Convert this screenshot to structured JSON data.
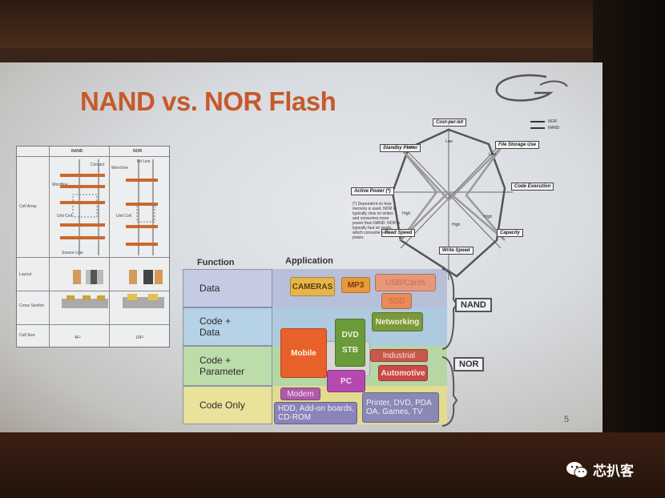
{
  "slide": {
    "title": "NAND vs. NOR Flash",
    "page_number": "5"
  },
  "comparison_table": {
    "columns": [
      "NAND",
      "NOR"
    ],
    "rows": [
      "Cell Array",
      "Layout",
      "Cross Section",
      "Cell Size"
    ],
    "cell_labels": {
      "nand_unit_cell": "Unit Cell",
      "nor_unit_cell": "Unit Cell",
      "wordline": "Wordline",
      "source_line": "Source Line",
      "contact": "Contact",
      "word_line": "Word line",
      "bit_line": "Bit Line",
      "nand_cell_size": "4F²",
      "nor_cell_size": "10F²"
    }
  },
  "radar": {
    "axes": [
      "Cost-per-bit",
      "File Storage Use",
      "Code Execution",
      "Capacity",
      "Write Speed",
      "Read Speed",
      "Active Power (*)",
      "Standby Power"
    ],
    "legend": [
      "NOR",
      "NAND"
    ],
    "footnote": "(*) Dependent on how memory is used. NOR is typically slow on writes and consumes more power than NAND. NOR is typically fast on reads, which consume less power.",
    "tick_low": "Low",
    "tick_high": "High",
    "colors": {
      "nor": "#555555",
      "nand": "#999999"
    }
  },
  "matrix": {
    "header_function": "Function",
    "header_application": "Application",
    "bands": [
      "Data",
      "Code +\nData",
      "Code +\nParameter",
      "Code Only"
    ],
    "groups": [
      "NAND",
      "NOR"
    ],
    "apps": {
      "cameras": "CAMERAS",
      "mp3": "MP3",
      "usb_cards": "USB/Cards",
      "ssd": "SSD",
      "networking": "Networking",
      "dvd": "DVD",
      "stb": "STB",
      "mobile": "Mobile",
      "industrial": "Industrial",
      "automotive": "Automotive",
      "pc": "PC",
      "modem": "Modem",
      "hdd": "HDD, Add-on boards, CD-ROM",
      "printer": "Printer, DVD, PDA OA, Games, TV"
    }
  },
  "watermark": {
    "text": "芯扒客"
  }
}
